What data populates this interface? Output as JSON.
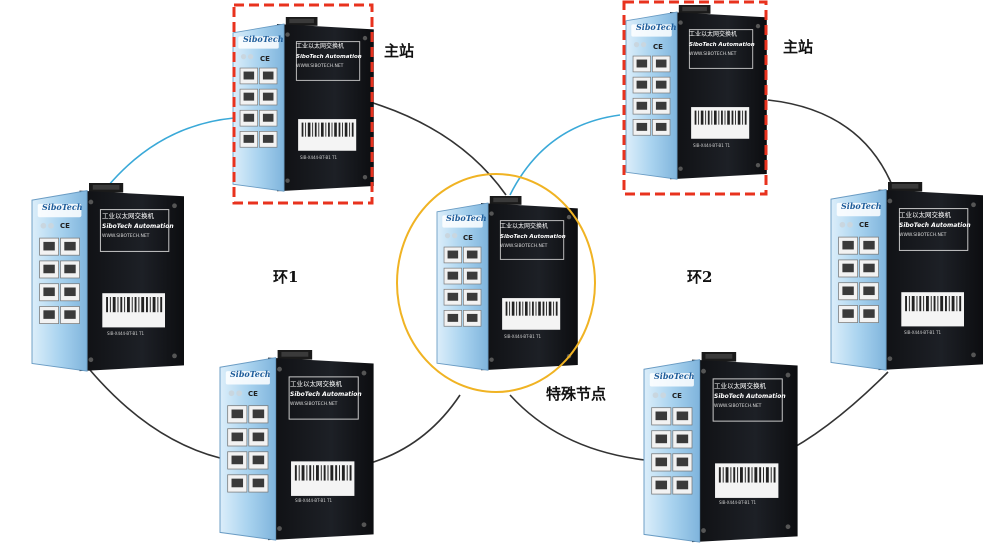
{
  "labels": {
    "master_station_1": "主站",
    "master_station_2": "主站",
    "ring_1": "环1",
    "ring_2": "环2",
    "special_node": "特殊节点"
  },
  "device": {
    "brand": "SiboTech",
    "title_cn": "工业以太网交换机",
    "title_en": "SiboTech Automation",
    "website": "WWW.SIBOTECH.NET",
    "model": "SIB-X444-BT-B1 T1",
    "ce_mark": "CE"
  },
  "colors": {
    "ring_link": "#333333",
    "cross_link": "#3aa9d8",
    "master_highlight": "#e8321e",
    "special_highlight": "#f0b323",
    "device_blue": "#8ec1e6",
    "device_black": "#16181c"
  }
}
